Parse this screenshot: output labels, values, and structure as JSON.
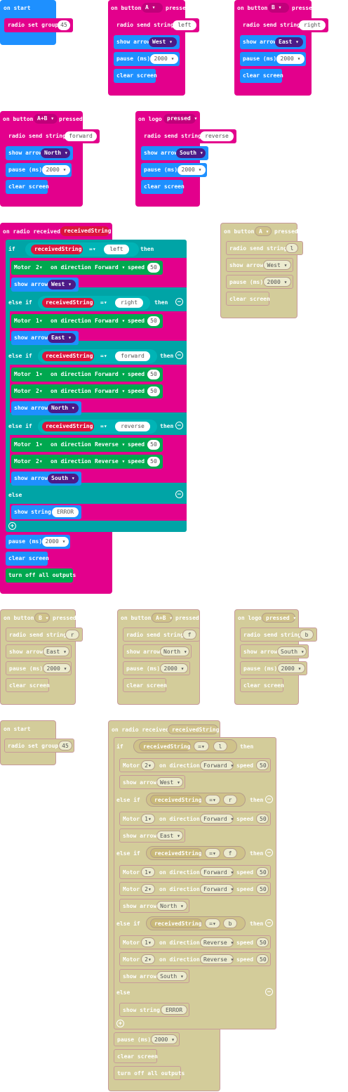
{
  "start1": {
    "hat": "on start",
    "cmd": "radio set group",
    "val": "45"
  },
  "btnA": {
    "hat_on": "on button",
    "key": "A",
    "hat_pressed": "pressed",
    "send": "radio send string",
    "str": "left",
    "arrow": "show arrow",
    "dir": "West",
    "pause": "pause (ms)",
    "ms": "2000",
    "clear": "clear screen"
  },
  "btnB": {
    "hat_on": "on button",
    "key": "B",
    "hat_pressed": "pressed",
    "send": "radio send string",
    "str": "right",
    "arrow": "show arrow",
    "dir": "East",
    "pause": "pause (ms)",
    "ms": "2000",
    "clear": "clear screen"
  },
  "btnAB": {
    "hat_on": "on button",
    "key": "A+B",
    "hat_pressed": "pressed",
    "send": "radio send string",
    "str": "forward",
    "arrow": "show arrow",
    "dir": "North",
    "pause": "pause (ms)",
    "ms": "2000",
    "clear": "clear screen"
  },
  "logo": {
    "hat_on": "on logo",
    "key": "pressed",
    "send": "radio send string",
    "str": "reverse",
    "arrow": "show arrow",
    "dir": "South",
    "pause": "pause (ms)",
    "ms": "2000",
    "clear": "clear screen"
  },
  "recv": {
    "hat": "on radio received",
    "var": "receivedString",
    "if": "if",
    "elseif": "else if",
    "else": "else",
    "then": "then",
    "eq": "=",
    "motor": "Motor",
    "on_direction": "on direction",
    "speed": "speed",
    "forward": "Forward",
    "reverse": "Reverse",
    "speed_val": "50",
    "m1": "1",
    "m2": "2",
    "s_left": "left",
    "s_right": "right",
    "s_forward": "forward",
    "s_reverse": "reverse",
    "arrow": "show arrow",
    "west": "West",
    "east": "East",
    "north": "North",
    "south": "South",
    "show_string": "show string",
    "error": "ERROR",
    "pause": "pause (ms)",
    "ms": "2000",
    "clear": "clear screen",
    "off": "turn off all outputs"
  },
  "dis_btnA": {
    "hat_on": "on button",
    "key": "A",
    "hat_pressed": "pressed",
    "send": "radio send string",
    "str": "l",
    "arrow": "show arrow",
    "dir": "West",
    "pause": "pause (ms)",
    "ms": "2000",
    "clear": "clear screen"
  },
  "dis_btnB": {
    "hat_on": "on button",
    "key": "B",
    "hat_pressed": "pressed",
    "send": "radio send string",
    "str": "r",
    "arrow": "show arrow",
    "dir": "East",
    "pause": "pause (ms)",
    "ms": "2000",
    "clear": "clear screen"
  },
  "dis_btnAB": {
    "hat_on": "on button",
    "key": "A+B",
    "hat_pressed": "pressed",
    "send": "radio send string",
    "str": "f",
    "arrow": "show arrow",
    "dir": "North",
    "pause": "pause (ms)",
    "ms": "2000",
    "clear": "clear screen"
  },
  "dis_logo": {
    "hat_on": "on logo",
    "key": "pressed",
    "send": "radio send string",
    "str": "b",
    "arrow": "show arrow",
    "dir": "South",
    "pause": "pause (ms)",
    "ms": "2000",
    "clear": "clear screen"
  },
  "dis_start": {
    "hat": "on start",
    "cmd": "radio set group",
    "val": "45"
  },
  "dis_recv": {
    "s_l": "l",
    "s_r": "r",
    "s_f": "f",
    "s_b": "b"
  },
  "colors": {
    "radio": "#e3008c",
    "basic": "#1e90ff",
    "logic": "#00a4a6",
    "motor": "#00a84f",
    "variable": "#dc143c",
    "direction": "#4c1a87",
    "disabled": "#d3cc9a"
  }
}
